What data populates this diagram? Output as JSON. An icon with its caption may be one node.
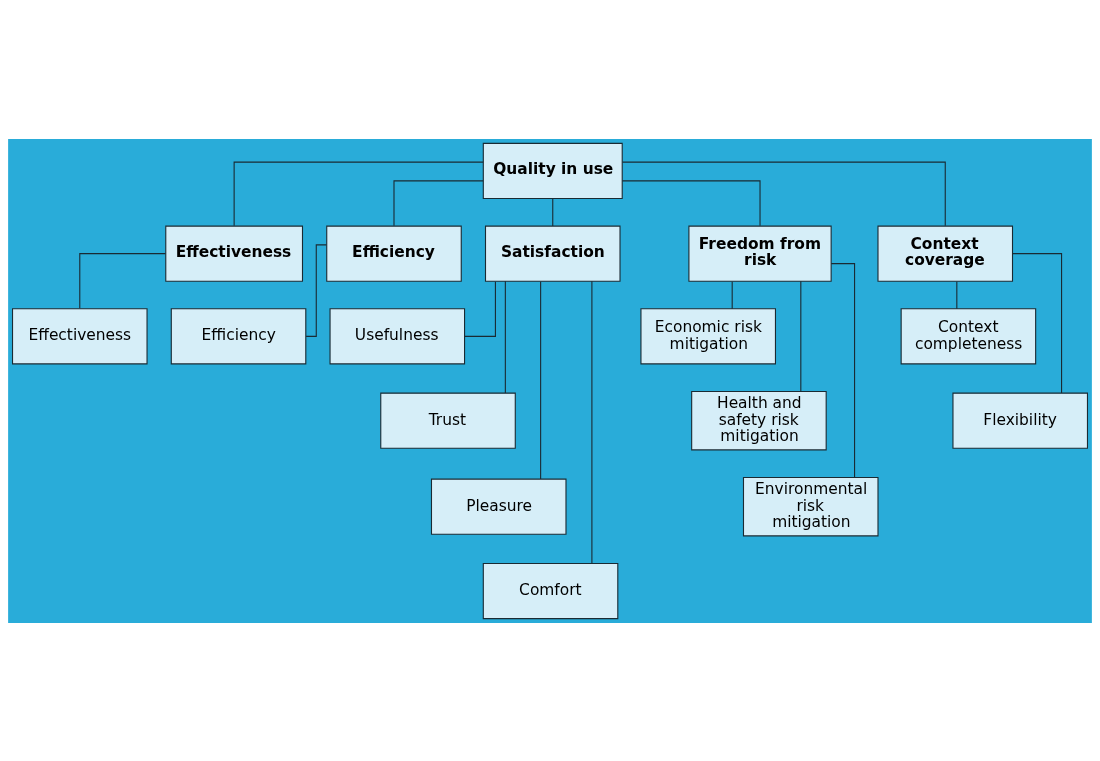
{
  "diagram": {
    "nodes": [
      {
        "text": [
          "Quality in use"
        ]
      },
      {
        "text": [
          "Effectiveness"
        ]
      },
      {
        "text": [
          "Efficiency"
        ]
      },
      {
        "text": [
          "Satisfaction"
        ]
      },
      {
        "text": [
          "Freedom from risk"
        ]
      },
      {
        "text": [
          "Context coverage"
        ]
      },
      {
        "text": [
          "Effectiveness"
        ]
      },
      {
        "text": [
          "Efficiency"
        ]
      },
      {
        "text": [
          "Usefulness"
        ]
      },
      {
        "text": [
          "Trust"
        ]
      },
      {
        "text": [
          "Pleasure"
        ]
      },
      {
        "text": [
          "Comfort"
        ]
      },
      {
        "text": [
          "Economic risk mitigation"
        ]
      },
      {
        "text": [
          "Health and safety risk mitigation"
        ]
      },
      {
        "text": [
          "Environmental risk mitigation"
        ]
      },
      {
        "text": [
          "Context completeness"
        ]
      },
      {
        "text": [
          "Flexibility"
        ]
      }
    ],
    "edges": [
      {
        "from": 0,
        "to": 1,
        "arrow": "none"
      },
      {
        "from": 0,
        "to": 2,
        "arrow": "none"
      },
      {
        "from": 0,
        "to": 3,
        "arrow": "none"
      },
      {
        "from": 0,
        "to": 4,
        "arrow": "none"
      },
      {
        "from": 0,
        "to": 5,
        "arrow": "none"
      },
      {
        "from": 1,
        "to": 6,
        "arrow": "none"
      },
      {
        "from": 2,
        "to": 7,
        "arrow": "none"
      },
      {
        "from": 3,
        "to": 8,
        "arrow": "none"
      },
      {
        "from": 3,
        "to": 9,
        "arrow": "none"
      },
      {
        "from": 3,
        "to": 10,
        "arrow": "none"
      },
      {
        "from": 3,
        "to": 11,
        "arrow": "none"
      },
      {
        "from": 4,
        "to": 12,
        "arrow": "none"
      },
      {
        "from": 4,
        "to": 13,
        "arrow": "none"
      },
      {
        "from": 4,
        "to": 14,
        "arrow": "none"
      },
      {
        "from": 5,
        "to": 15,
        "arrow": "none"
      },
      {
        "from": 5,
        "to": 16,
        "arrow": "none"
      }
    ]
  }
}
